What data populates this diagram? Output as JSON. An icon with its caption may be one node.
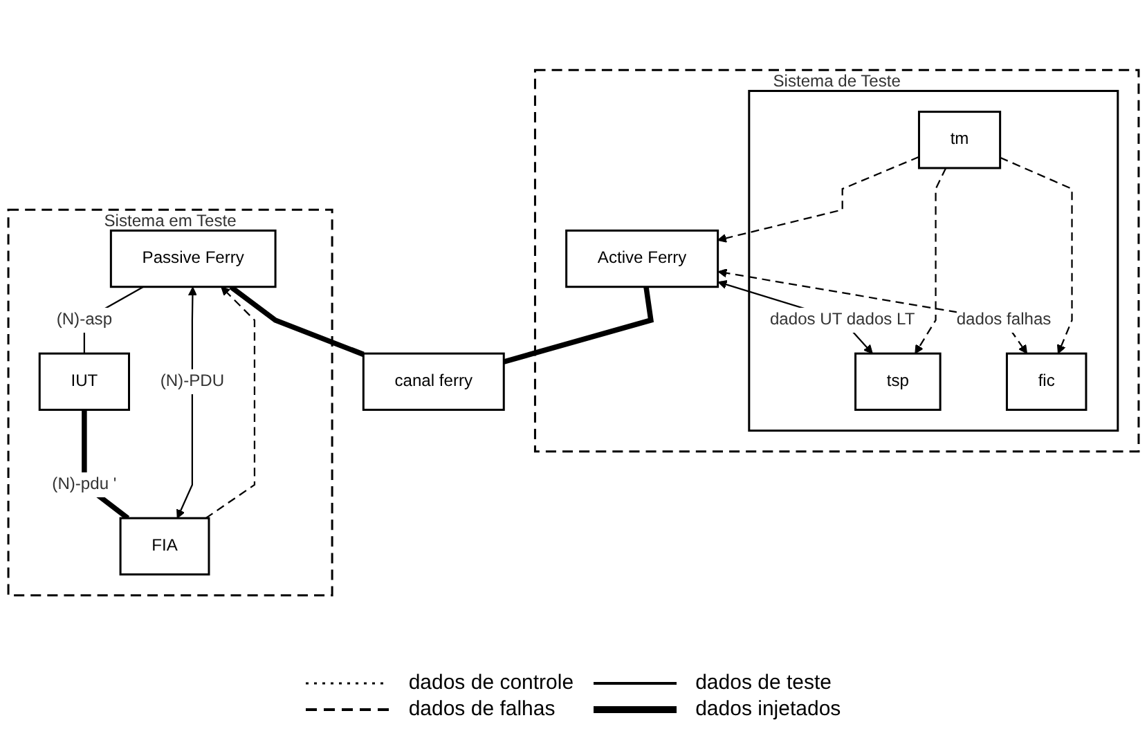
{
  "diagram": {
    "nodes": [
      {
        "text": [
          "Sistema de Teste"
        ]
      },
      {
        "text": [
          "Active Ferry"
        ],
        "in": 0
      },
      {
        "text": [],
        "shape": "box",
        "in": 0
      },
      {
        "text": [
          "tsp"
        ],
        "in": 2
      },
      {
        "text": [
          "fic"
        ],
        "in": 2
      },
      {
        "text": [
          "tm"
        ],
        "in": 2
      },
      {
        "text": [
          "Sistema em Teste"
        ]
      },
      {
        "text": [
          "Passive Ferry"
        ],
        "in": 6
      },
      {
        "text": [
          "IUT"
        ],
        "in": 6
      },
      {
        "text": [
          "FIA"
        ],
        "in": 6
      },
      {
        "text": [
          "canal ferry"
        ]
      }
    ],
    "edges": [
      {
        "from": 1,
        "to": 3,
        "arrow": "both",
        "label": "dados UT dados LT"
      },
      {
        "from": 1,
        "to": 4,
        "arrow": "both",
        "label": "dados falhas",
        "style": "dashed"
      },
      {
        "from": 5,
        "to": 3,
        "arrow": "to",
        "style": "dashed"
      },
      {
        "from": 5,
        "to": 4,
        "arrow": "to",
        "style": "dashed"
      },
      {
        "from": 5,
        "to": 1,
        "arrow": "to",
        "style": "dashed"
      },
      {
        "from": 1,
        "to": 10,
        "arrow": "none",
        "style": "thick"
      },
      {
        "from": 7,
        "to": 8,
        "arrow": "none",
        "label": "(N)-asp"
      },
      {
        "from": 8,
        "to": 9,
        "arrow": "none",
        "label": "(N)-pdu '",
        "style": "thick"
      },
      {
        "from": 9,
        "to": 7,
        "arrow": "to",
        "style": "dashed"
      },
      {
        "from": 7,
        "to": 9,
        "arrow": "both",
        "label": "(N)-PDU"
      },
      {
        "from": 7,
        "to": 10,
        "arrow": "none",
        "style": "thick"
      }
    ],
    "legend": [
      {
        "text": "dados de controle"
      },
      {
        "text": "dados de teste"
      },
      {
        "text": "dados de falhas"
      },
      {
        "text": "dados injetados"
      }
    ]
  }
}
